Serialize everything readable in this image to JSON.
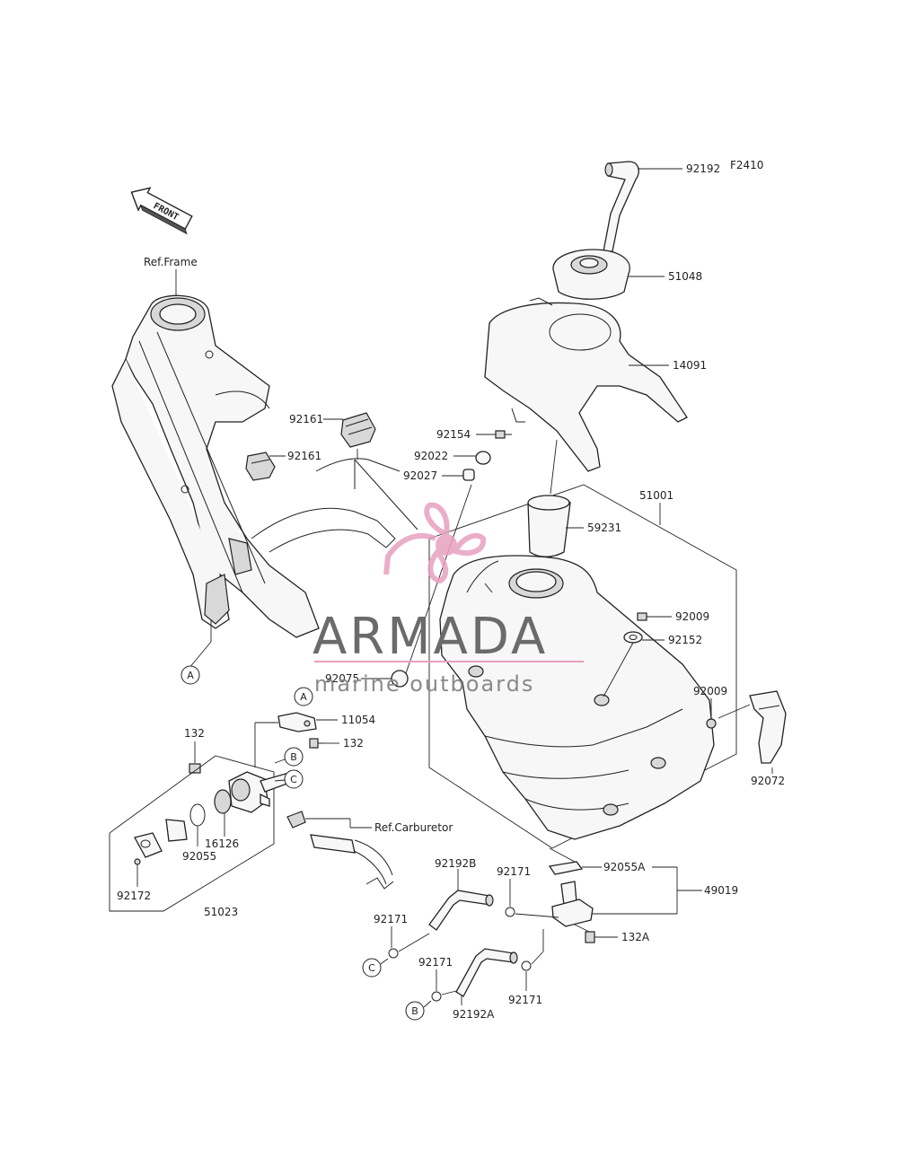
{
  "figure_code": "F2410",
  "front_label": "FRONT",
  "ref_frame": "Ref.Frame",
  "ref_carburetor": "Ref.Carburetor",
  "watermark": {
    "brand": "ARMADA",
    "tagline": "marine outboards",
    "accent_color": "#e8a0bf",
    "text_color": "#6b6b6b"
  },
  "callouts": {
    "a": "A",
    "b": "B",
    "c": "C"
  },
  "parts": {
    "p92192": "92192",
    "p51048": "51048",
    "p14091": "14091",
    "p92161_top": "92161",
    "p92161_left": "92161",
    "p92154": "92154",
    "p92022": "92022",
    "p92027": "92027",
    "p51001": "51001",
    "p59231": "59231",
    "p92009_top": "92009",
    "p92152": "92152",
    "p92009_right": "92009",
    "p92072": "92072",
    "p92075": "92075",
    "p11054": "11054",
    "p132_top": "132",
    "p132_mid": "132",
    "p16126": "16126",
    "p92055": "92055",
    "p92172": "92172",
    "p51023": "51023",
    "p92192B": "92192B",
    "p92171_a": "92171",
    "p92171_b": "92171",
    "p92171_c": "92171",
    "p92171_d": "92171",
    "p92055A": "92055A",
    "p49019": "49019",
    "p132A": "132A",
    "p92192A": "92192A"
  }
}
